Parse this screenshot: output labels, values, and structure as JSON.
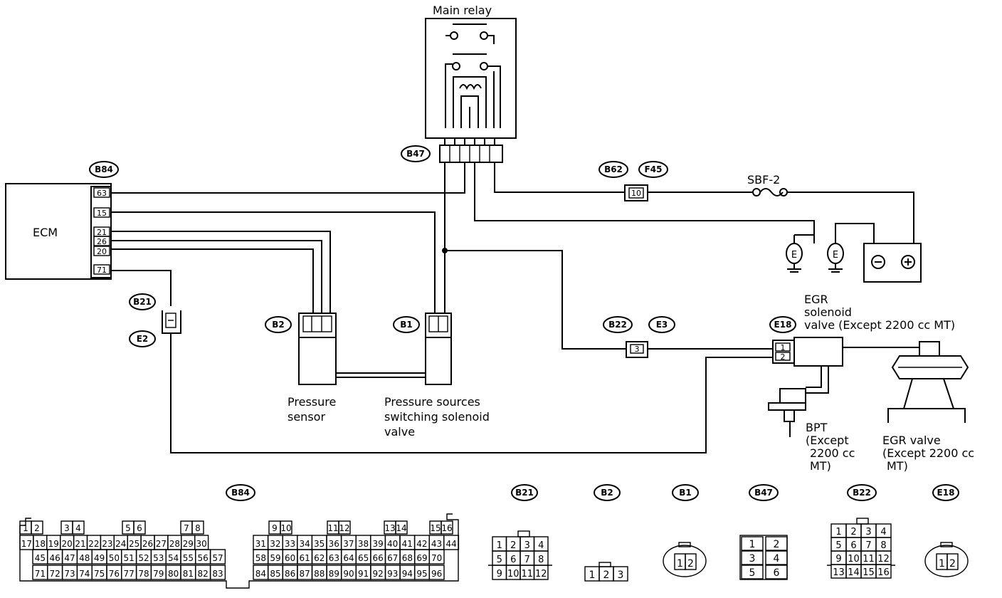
{
  "labels": {
    "main_relay": "Main relay",
    "ecm": "ECM",
    "sbf": "SBF-2",
    "pressure_sensor": [
      "Pressure",
      "sensor"
    ],
    "pss_valve": [
      "Pressure sources",
      "switching solenoid",
      "valve"
    ],
    "egr_solenoid": [
      "EGR",
      "solenoid",
      "valve (Except 2200 cc MT)"
    ],
    "bpt": [
      "BPT",
      "(Except",
      "2200 cc",
      "MT)"
    ],
    "egr_valve": [
      "EGR valve",
      "(Except 2200 cc",
      "MT)"
    ],
    "ground": "E"
  },
  "connectors": {
    "B47": "B47",
    "B84": "B84",
    "B21": "B21",
    "E2": "E2",
    "B2": "B2",
    "B1": "B1",
    "B62": "B62",
    "F45": "F45",
    "B22": "B22",
    "E3": "E3",
    "E18": "E18"
  },
  "ecm_pins": [
    "63",
    "15",
    "21",
    "26",
    "20",
    "71"
  ],
  "inline_pins": {
    "f45": "10",
    "e3": "3",
    "e18": [
      "1",
      "2"
    ]
  },
  "legend": {
    "b84_row1": [
      "1",
      "2",
      "3",
      "4",
      "5",
      "6",
      "7",
      "8",
      "9",
      "10",
      "11",
      "12",
      "13",
      "14",
      "15",
      "16"
    ],
    "b84_row2": [
      "17",
      "18",
      "19",
      "20",
      "21",
      "22",
      "23",
      "24",
      "25",
      "26",
      "27",
      "28",
      "29",
      "30",
      "31",
      "32",
      "33",
      "34",
      "35",
      "36",
      "37",
      "38",
      "39",
      "40",
      "41",
      "42",
      "43",
      "44"
    ],
    "b84_row3": [
      "45",
      "46",
      "47",
      "48",
      "49",
      "50",
      "51",
      "52",
      "53",
      "54",
      "55",
      "56",
      "57",
      "58",
      "59",
      "60",
      "61",
      "62",
      "63",
      "64",
      "65",
      "66",
      "67",
      "68",
      "69",
      "70"
    ],
    "b84_row4": [
      "71",
      "72",
      "73",
      "74",
      "75",
      "76",
      "77",
      "78",
      "79",
      "80",
      "81",
      "82",
      "83",
      "84",
      "85",
      "86",
      "87",
      "88",
      "89",
      "90",
      "91",
      "92",
      "93",
      "94",
      "95",
      "96"
    ],
    "b21": [
      "1",
      "2",
      "3",
      "4",
      "5",
      "6",
      "7",
      "8",
      "9",
      "10",
      "11",
      "12"
    ],
    "b2": [
      "1",
      "2",
      "3"
    ],
    "b1": [
      "1",
      "2"
    ],
    "b47": [
      "1",
      "2",
      "3",
      "4",
      "5",
      "6"
    ],
    "b22": [
      "1",
      "2",
      "3",
      "4",
      "5",
      "6",
      "7",
      "8",
      "9",
      "10",
      "11",
      "12",
      "13",
      "14",
      "15",
      "16"
    ],
    "e18": [
      "1",
      "2"
    ]
  }
}
